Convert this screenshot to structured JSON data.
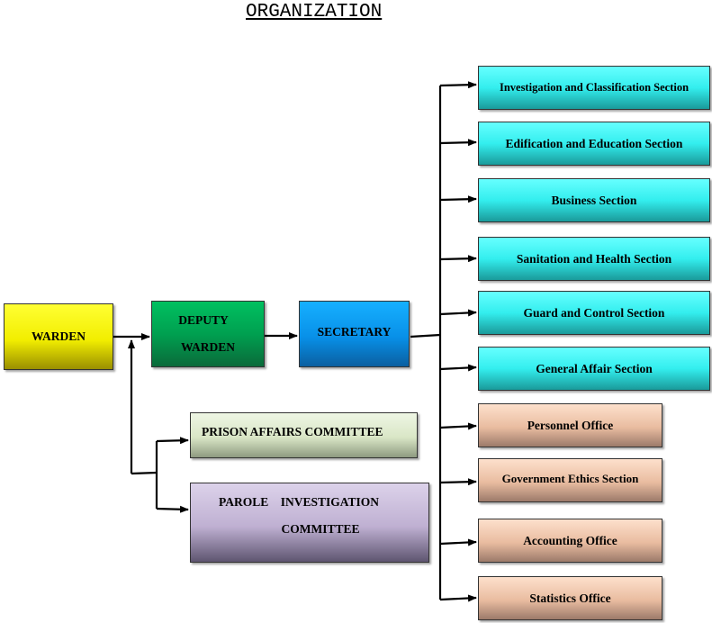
{
  "title": "ORGANIZATION",
  "nodes": {
    "warden": "WARDEN",
    "deputy_line1": "DEPUTY",
    "deputy_line2": "WARDEN",
    "secretary": "SECRETARY",
    "prison_affairs": "PRISON AFFAIRS COMMITTEE",
    "parole_line1": "PAROLE    INVESTIGATION",
    "parole_line2": "COMMITTEE"
  },
  "sections": [
    "Investigation and Classification Section",
    "Edification and Education Section",
    "Business Section",
    "Sanitation and Health Section",
    "Guard and Control Section",
    "General Affair Section",
    "Personnel Office",
    "Government Ethics Section",
    "Accounting Office",
    "Statistics Office"
  ],
  "colors": {
    "warden": "#f2ee00",
    "deputy": "#00a050",
    "secretary": "#0890e8",
    "section": "#33eeee",
    "office": "#e9bca0",
    "prison_affairs": "#d9e6c6",
    "parole": "#bfb0d2"
  }
}
